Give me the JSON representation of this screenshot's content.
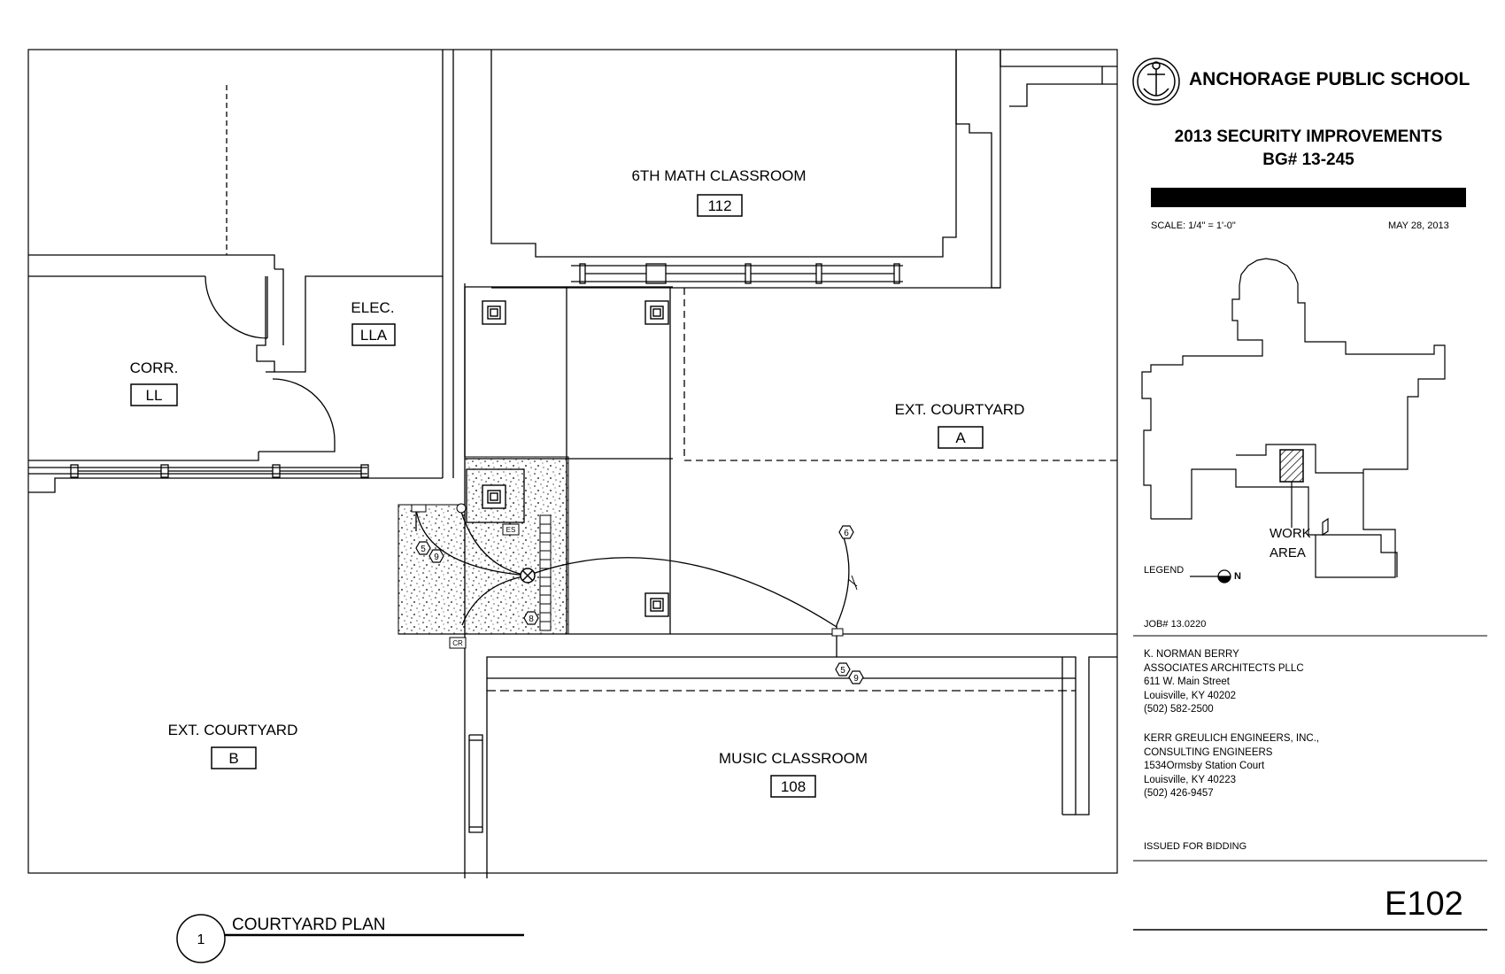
{
  "rooms": {
    "math": {
      "name": "6TH MATH CLASSROOM",
      "number": "112"
    },
    "elec": {
      "name": "ELEC.",
      "number": "LLA"
    },
    "corr": {
      "name": "CORR.",
      "number": "LL"
    },
    "courtyard_a": {
      "name": "EXT. COURTYARD",
      "number": "A"
    },
    "courtyard_b": {
      "name": "EXT. COURTYARD",
      "number": "B"
    },
    "music": {
      "name": "MUSIC CLASSROOM",
      "number": "108"
    }
  },
  "device_tags": {
    "hex_5_left": "5",
    "hex_9_left": "9",
    "hex_8": "8",
    "hex_6": "6",
    "hex_5_bottom": "5",
    "hex_9_bottom": "9",
    "es": "ES",
    "cr": "CR"
  },
  "drawing_title": {
    "number": "1",
    "name": "COURTYARD PLAN"
  },
  "title_block": {
    "school": "ANCHORAGE PUBLIC SCHOOL",
    "project_line1": "2013 SECURITY IMPROVEMENTS",
    "project_line2": "BG# 13-245",
    "scale": "SCALE: 1/4\" = 1'-0\"",
    "date": "MAY 28, 2013",
    "work_area_line1": "WORK",
    "work_area_line2": "AREA",
    "legend": "LEGEND",
    "north": "N",
    "job": "JOB# 13.0220",
    "architect": [
      "K. NORMAN BERRY",
      "ASSOCIATES ARCHITECTS PLLC",
      "611 W. Main Street",
      "Louisville, KY 40202",
      "(502) 582-2500"
    ],
    "engineer": [
      "KERR GREULICH ENGINEERS, INC.,",
      "CONSULTING ENGINEERS",
      "1534Ormsby Station Court",
      "Louisville, KY 40223",
      "(502) 426-9457"
    ],
    "issued": "ISSUED FOR BIDDING",
    "sheet": "E102"
  }
}
